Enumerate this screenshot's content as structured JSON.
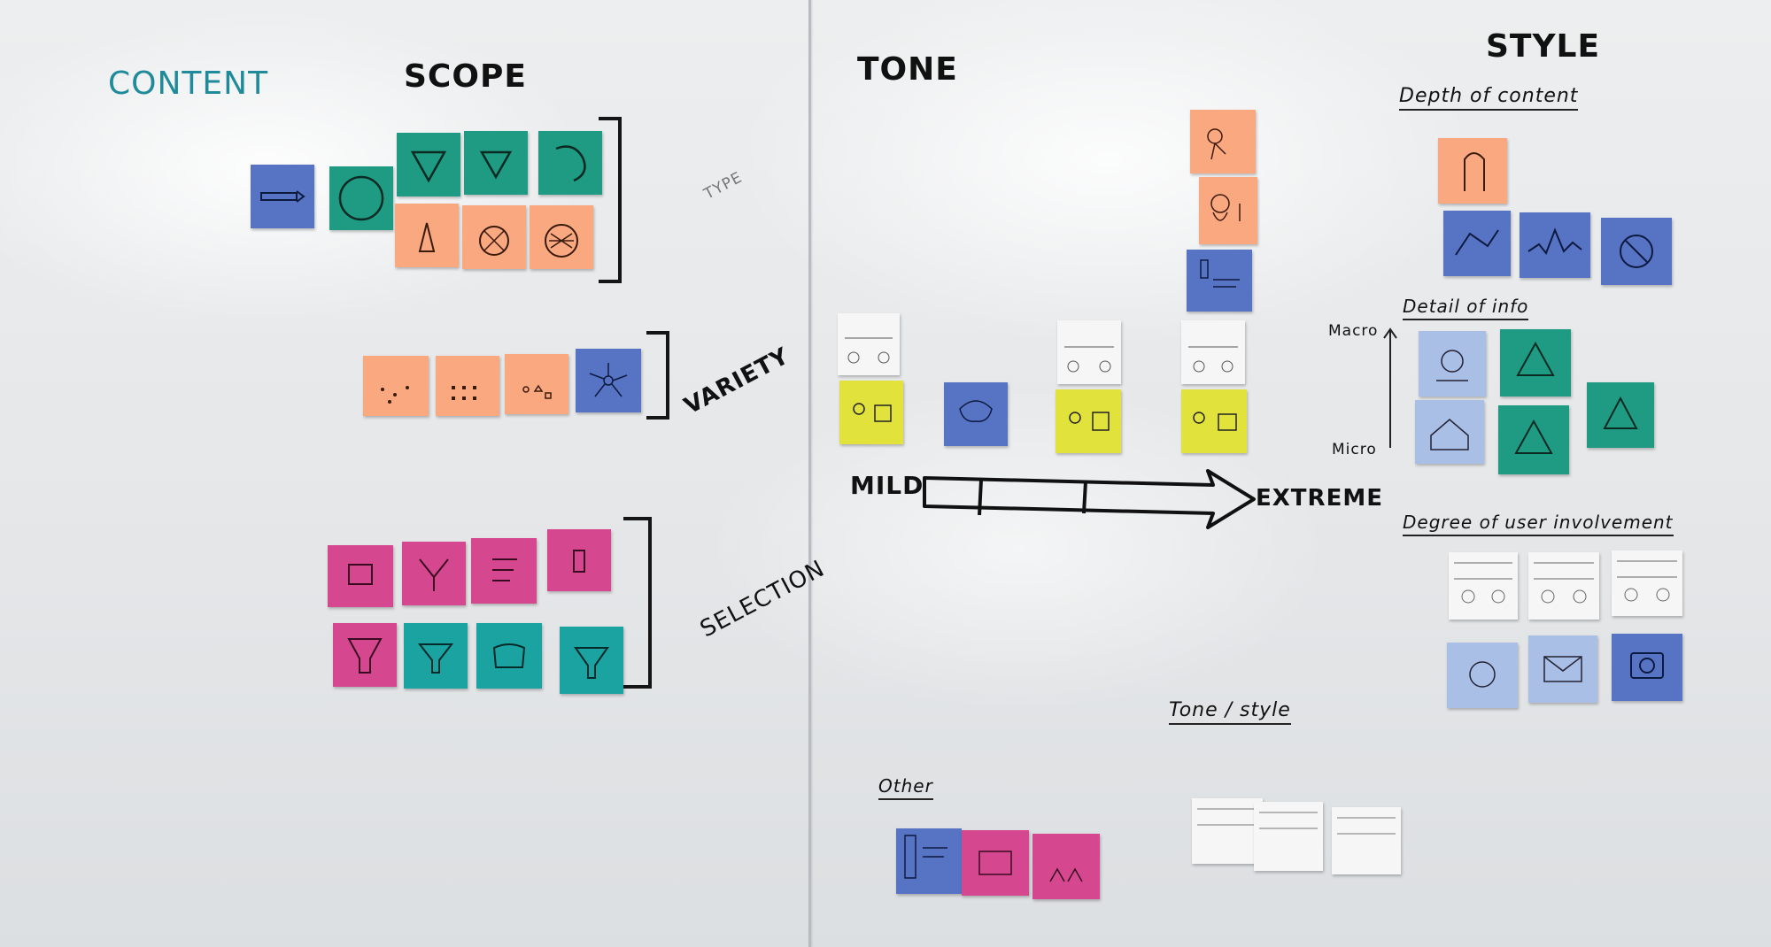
{
  "headings": {
    "content": "CONTENT",
    "scope": "SCOPE",
    "tone": "TONE",
    "style": "STYLE"
  },
  "labels": {
    "type": "TYPE",
    "variety": "VARIETY",
    "selection": "SELECTION",
    "mild": "MILD",
    "extreme": "EXTREME",
    "depth_of_content": "Depth of content",
    "detail_of_info": "Detail of info",
    "macro": "Macro",
    "micro": "Micro",
    "degree_of_user_involvement": "Degree of user involvement",
    "tone_style": "Tone / style",
    "other": "Other"
  },
  "colors": {
    "content_heading": "#1e8a9a",
    "orange_note": "#f9a87f",
    "teal_note": "#1f9a83",
    "blue_note": "#5673c4",
    "light_blue_note": "#a9bfe6",
    "pink_note": "#d5488f",
    "cyan_note": "#1aa3a0",
    "yellow_note": "#e2e23c",
    "white_note": "#f6f6f6"
  }
}
